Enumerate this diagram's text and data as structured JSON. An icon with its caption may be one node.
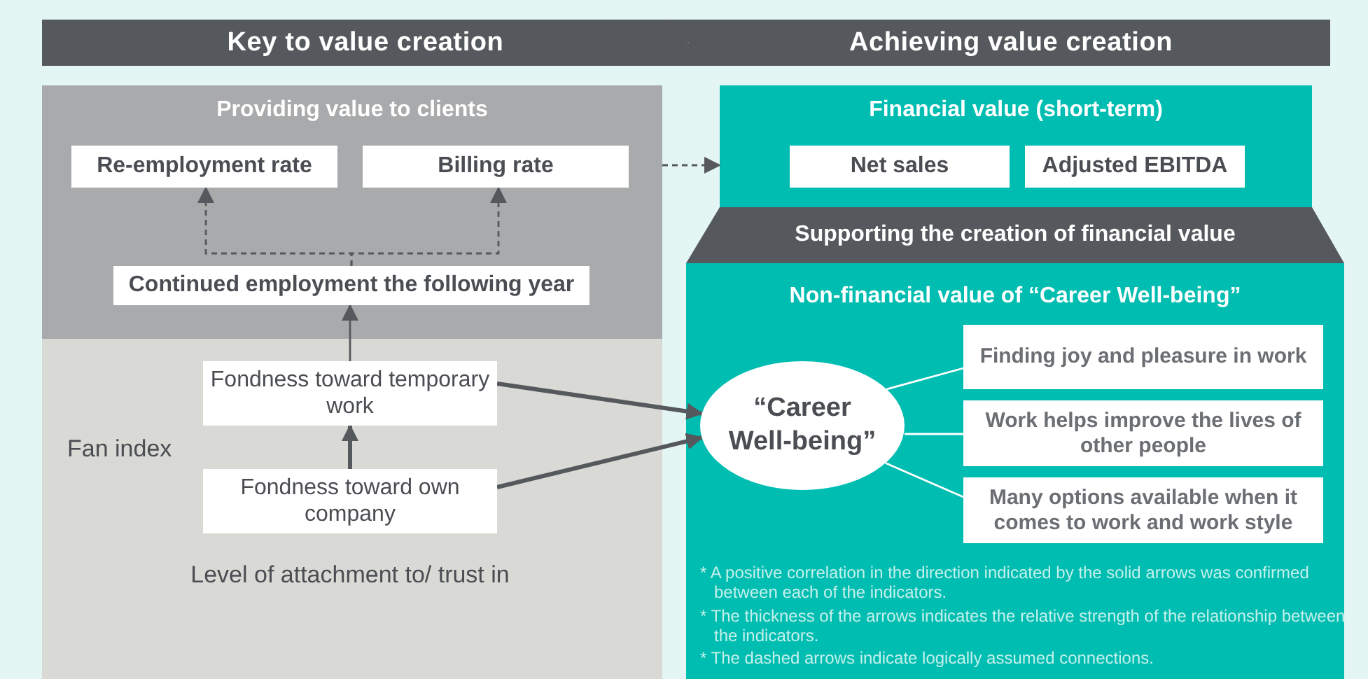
{
  "diagram": {
    "nodes": [
      {
        "text": [
          "Key to value creation"
        ]
      },
      {
        "text": [
          "Achieving value creation"
        ]
      },
      {
        "text": [
          "Providing value to clients"
        ]
      },
      {
        "text": [
          "Re-employment rate"
        ],
        "in": 2
      },
      {
        "text": [
          "Billing rate"
        ],
        "in": 2
      },
      {
        "text": [
          "Continued employment the following year"
        ],
        "in": 2
      },
      {
        "text": [
          "Fan index",
          "Level of attachment to/ trust in"
        ]
      },
      {
        "text": [
          "Fondness toward temporary work"
        ],
        "in": 6
      },
      {
        "text": [
          "Fondness toward own company"
        ],
        "in": 6
      },
      {
        "text": [
          "Financial value (short-term)"
        ]
      },
      {
        "text": [
          "Net sales"
        ],
        "in": 9
      },
      {
        "text": [
          "Adjusted EBITDA"
        ],
        "in": 9
      },
      {
        "text": [
          "Supporting the creation of financial value"
        ]
      },
      {
        "text": [
          "Non-financial value of “Career Well-being”"
        ]
      },
      {
        "text": [
          "“Career Well-being”"
        ],
        "in": 13
      },
      {
        "text": [
          "Finding joy and pleasure in work"
        ],
        "in": 13
      },
      {
        "text": [
          "Work helps improve the lives of other people"
        ],
        "in": 13
      },
      {
        "text": [
          "Many options available when it comes to work and work style"
        ],
        "in": 13
      }
    ],
    "edges": [
      {
        "from": 5,
        "to": 3,
        "arrow": "to",
        "style": "dashed"
      },
      {
        "from": 5,
        "to": 4,
        "arrow": "to",
        "style": "dashed"
      },
      {
        "from": 7,
        "to": 5,
        "arrow": "to"
      },
      {
        "from": 8,
        "to": 7,
        "arrow": "to",
        "style": "thick"
      },
      {
        "from": 7,
        "to": 14,
        "arrow": "to",
        "style": "thick"
      },
      {
        "from": 8,
        "to": 14,
        "arrow": "to",
        "style": "thick"
      },
      {
        "from": 2,
        "to": 9,
        "arrow": "to",
        "style": "dashed"
      },
      {
        "from": 14,
        "to": 15,
        "arrow": "none",
        "color": "#ffffff"
      },
      {
        "from": 14,
        "to": 16,
        "arrow": "none",
        "color": "#ffffff"
      },
      {
        "from": 14,
        "to": 17,
        "arrow": "none",
        "color": "#ffffff"
      }
    ],
    "labels": [
      "* A positive correlation in the direction indicated by the solid arrows was confirmed between each of the indicators.",
      "* The thickness of the arrows indicates the relative strength of the relationship between the indicators.",
      "* The dashed arrows indicate logically assumed connections."
    ]
  }
}
